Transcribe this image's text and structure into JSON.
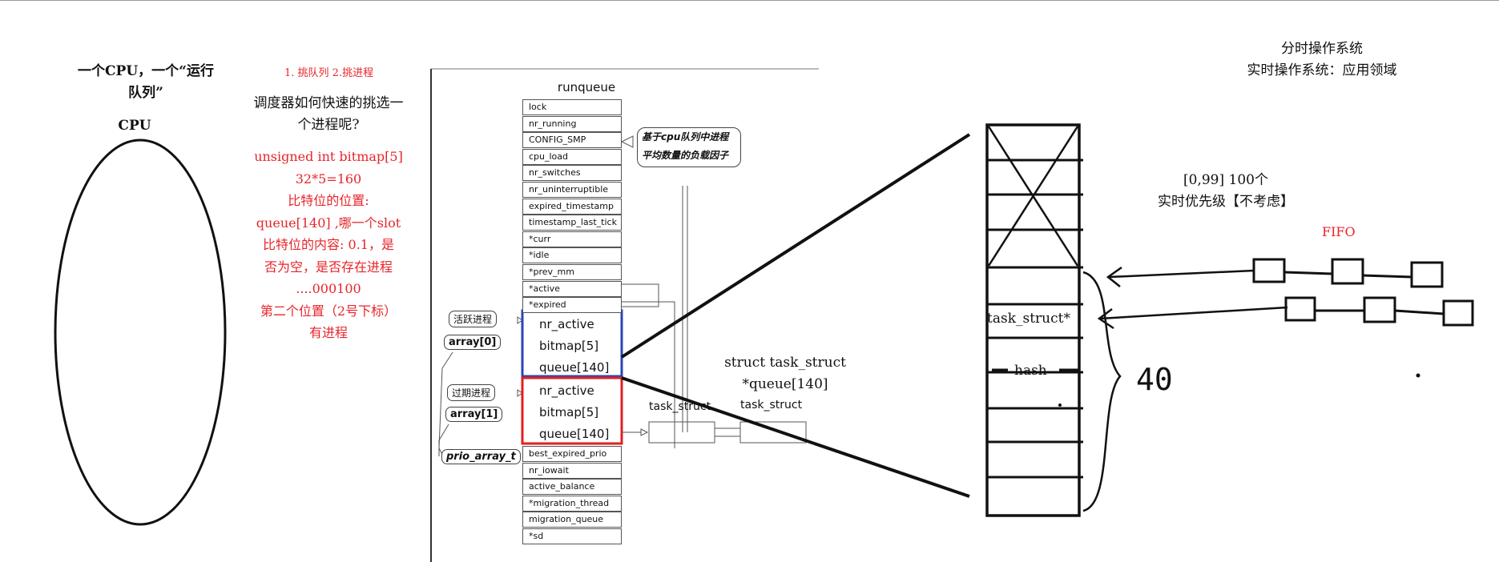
{
  "left": {
    "title": "一个CPU，一个“运行队列”",
    "cpu_label": "CPU"
  },
  "middle_text": {
    "steps": "1. 挑队列 2.挑进程",
    "question": "调度器如何快速的挑选一个进程呢?",
    "red_lines": [
      "unsigned int bitmap[5]",
      "32*5=160",
      "比特位的位置:",
      "queue[140] ,哪一个slot",
      "比特位的内容: 0.1，是",
      "否为空，是否存在进程",
      "....000100",
      "第二个位置（2号下标）",
      "有进程"
    ]
  },
  "runqueue": {
    "title": "runqueue",
    "top_fields": [
      "lock",
      "nr_running",
      "CONFIG_SMP",
      "cpu_load",
      "nr_switches",
      "nr_uninterruptible",
      "expired_timestamp",
      "timestamp_last_tick",
      "*curr",
      "*idle",
      "*prev_mm",
      "*active",
      "*expired"
    ],
    "active_array": [
      "nr_active",
      "bitmap[5]",
      "queue[140]"
    ],
    "expired_array": [
      "nr_active",
      "bitmap[5]",
      "queue[140]"
    ],
    "bottom_fields": [
      "best_expired_prio",
      "nr_iowait",
      "active_balance",
      "*migration_thread",
      "migration_queue",
      "*sd"
    ],
    "tags": {
      "active_proc": "活跃进程",
      "array0": "array[0]",
      "expired_proc": "过期进程",
      "array1": "array[1]",
      "prio_array": "prio_array_t"
    },
    "note_lines": [
      "基于cpu队列中进程",
      "平均数量的负载因子"
    ],
    "task_struct_a": "task_struct",
    "task_struct_b": "task_struct"
  },
  "struct_text": [
    "struct task_struct",
    "*queue[140]"
  ],
  "right": {
    "heading": [
      "分时操作系统",
      "实时操作系统：应用领域"
    ],
    "prio_range": "[0,99] 100个",
    "realtime": "实时优先级【不考虑】",
    "fifo": "FIFO",
    "task_struct_star": "task_struct*",
    "hash": "hash",
    "forty": "40"
  }
}
